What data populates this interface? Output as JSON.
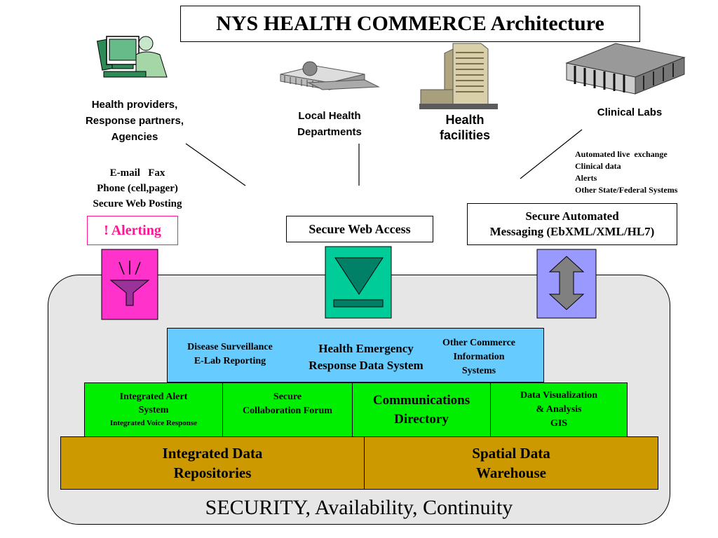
{
  "title": "NYS HEALTH COMMERCE Architecture",
  "stakeholders": {
    "providers": [
      "Health providers,",
      "Response partners,",
      "Agencies"
    ],
    "local_health": [
      "Local Health",
      "Departments"
    ],
    "facilities": [
      "Health",
      "facilities"
    ],
    "labs": "Clinical Labs"
  },
  "channels_text": {
    "left": [
      "E-mail   Fax",
      "Phone (cell,pager)",
      "Secure Web Posting"
    ],
    "right": [
      "Automated live  exchange",
      "Clinical data",
      "Alerts",
      "Other State/Federal Systems"
    ]
  },
  "gateways": {
    "alerting": "! Alerting",
    "web_access": "Secure Web Access",
    "messaging": [
      "Secure Automated",
      "Messaging (EbXML/XML/HL7)"
    ]
  },
  "top_layer": {
    "disease": [
      "Disease Surveillance",
      "E-Lab Reporting"
    ],
    "herds": [
      "Health Emergency",
      "Response Data System"
    ],
    "other": [
      "Other Commerce",
      "Information",
      "Systems"
    ]
  },
  "middle_layer": {
    "alert_system": [
      "Integrated Alert",
      "System"
    ],
    "alert_sub": "Integrated Voice Response",
    "collab": [
      "Secure",
      "Collaboration Forum"
    ],
    "directory": [
      "Communications",
      "Directory"
    ],
    "dataviz": [
      "Data Visualization",
      "& Analysis",
      "GIS"
    ]
  },
  "bottom_layer": {
    "repositories": [
      "Integrated Data",
      "Repositories"
    ],
    "spatial": [
      "Spatial Data",
      "Warehouse"
    ]
  },
  "footer": "SECURITY, Availability, Continuity",
  "colors": {
    "alert_pink": "#ff33cc",
    "alert_funnel": "#993399",
    "web_green": "#00cc99",
    "web_dark": "#008066",
    "msg_lavender": "#9999ff",
    "msg_arrow": "#808080",
    "blue_layer": "#66ccff",
    "green_layer": "#00ee00",
    "gold_layer": "#cc9900",
    "container": "#e6e6e6"
  },
  "icons": [
    "person-computer-icon",
    "government-building-icon",
    "office-tower-icon",
    "laboratory-building-icon",
    "funnel-icon",
    "down-triangle-icon",
    "double-arrow-icon"
  ]
}
